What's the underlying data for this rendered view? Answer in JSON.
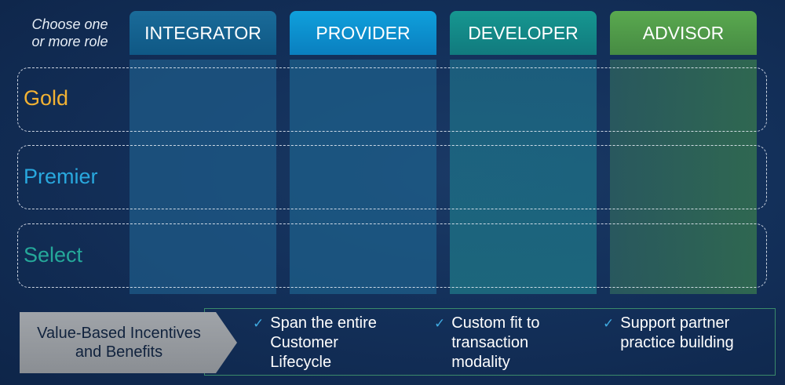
{
  "prompt_line1": "Choose one",
  "prompt_line2": "or more role",
  "roles": [
    {
      "label": "INTEGRATOR",
      "color": "#0f5d88"
    },
    {
      "label": "PROVIDER",
      "color": "#0b7dbb"
    },
    {
      "label": "DEVELOPER",
      "color": "#137f7f"
    },
    {
      "label": "ADVISOR",
      "color": "#4b9148"
    }
  ],
  "tiers": [
    {
      "label": "Gold",
      "color": "#f2b233"
    },
    {
      "label": "Premier",
      "color": "#29a8de"
    },
    {
      "label": "Select",
      "color": "#25a89a"
    }
  ],
  "incentives_line1": "Value-Based Incentives",
  "incentives_line2": "and Benefits",
  "check_icon": "✓",
  "benefits": [
    [
      "Span the entire",
      "Customer",
      "Lifecycle"
    ],
    [
      "Custom fit to",
      "transaction",
      "modality"
    ],
    [
      "Support partner",
      "practice building"
    ]
  ]
}
